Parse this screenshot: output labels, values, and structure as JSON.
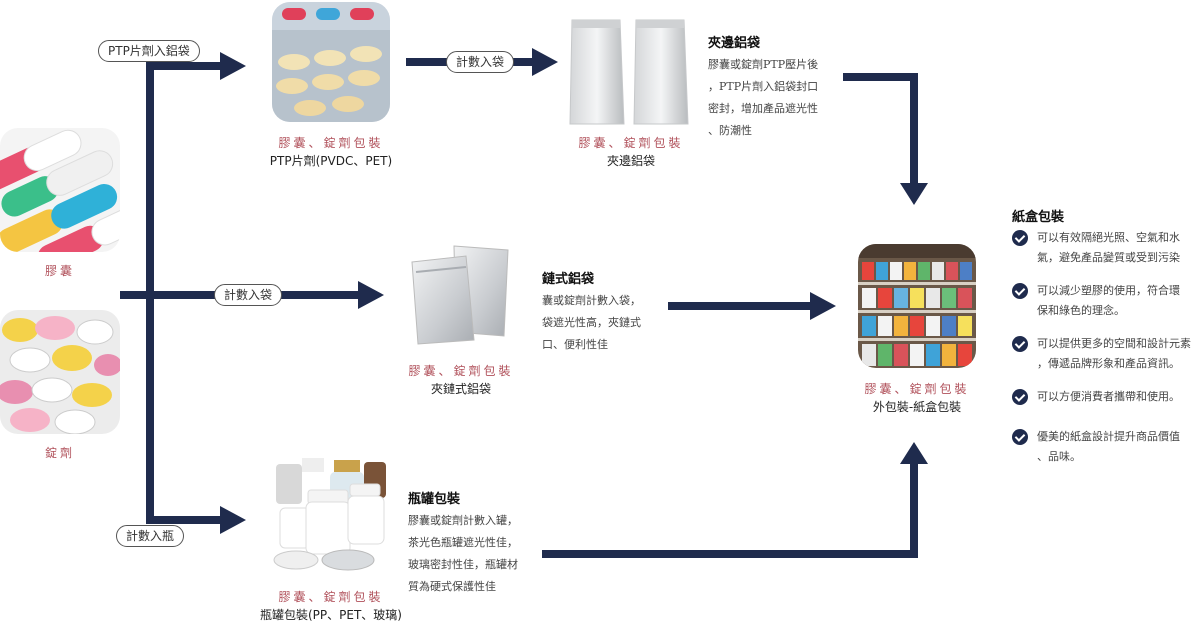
{
  "sources": {
    "capsule": "膠囊",
    "tablet": "錠劑"
  },
  "routes": {
    "ptp_label": "PTP片劑入鋁袋",
    "count_bag_top": "計數入袋",
    "count_bag_mid": "計數入袋",
    "count_bottle": "計數入瓶"
  },
  "packages": {
    "ptp": {
      "category": "膠囊、錠劑包裝",
      "name": "PTP片劑(PVDC、PET)"
    },
    "side_seal": {
      "category": "膠囊、錠劑包裝",
      "name": "夾邊鋁袋"
    },
    "zipper": {
      "category": "膠囊、錠劑包裝",
      "name": "夾鏈式鋁袋"
    },
    "bottle": {
      "category": "膠囊、錠劑包裝",
      "name": "瓶罐包裝(PP、PET、玻璃)"
    },
    "carton": {
      "category": "膠囊、錠劑包裝",
      "name": "外包裝-紙盒包裝"
    }
  },
  "descriptions": {
    "side_seal": {
      "title": "夾邊鋁袋",
      "lines": [
        "膠囊或錠劑PTP壓片後",
        "，PTP片劑入鋁袋封口",
        "密封，增加產品遮光性",
        "、防潮性"
      ]
    },
    "zipper": {
      "title": "鏈式鋁袋",
      "lines": [
        "囊或錠劑計數入袋，",
        "袋遮光性高，夾鏈式",
        "口、便利性佳"
      ]
    },
    "bottle": {
      "title": "瓶罐包裝",
      "lines": [
        "膠囊或錠劑計數入罐，",
        "茶光色瓶罐遮光性佳，",
        "玻璃密封性佳，瓶罐材",
        "質為硬式保護性佳"
      ]
    }
  },
  "carton_features": {
    "title": "紙盒包裝",
    "items": [
      {
        "lines": [
          "可以有效隔絕光照、空氣和水",
          "氣，避免產品變質或受到污染"
        ]
      },
      {
        "lines": [
          "可以減少塑膠的使用，符合環",
          "保和綠色的理念。"
        ]
      },
      {
        "lines": [
          "可以提供更多的空間和設計元素",
          "，傳遞品牌形象和產品資訊。"
        ]
      },
      {
        "lines": [
          "可以方便消費者攜帶和使用。"
        ]
      },
      {
        "lines": [
          "優美的紙盒設計提升商品價值",
          "、品味。"
        ]
      }
    ]
  },
  "colors": {
    "flow": "#1f2b4d",
    "category_text": "#b0505a"
  }
}
